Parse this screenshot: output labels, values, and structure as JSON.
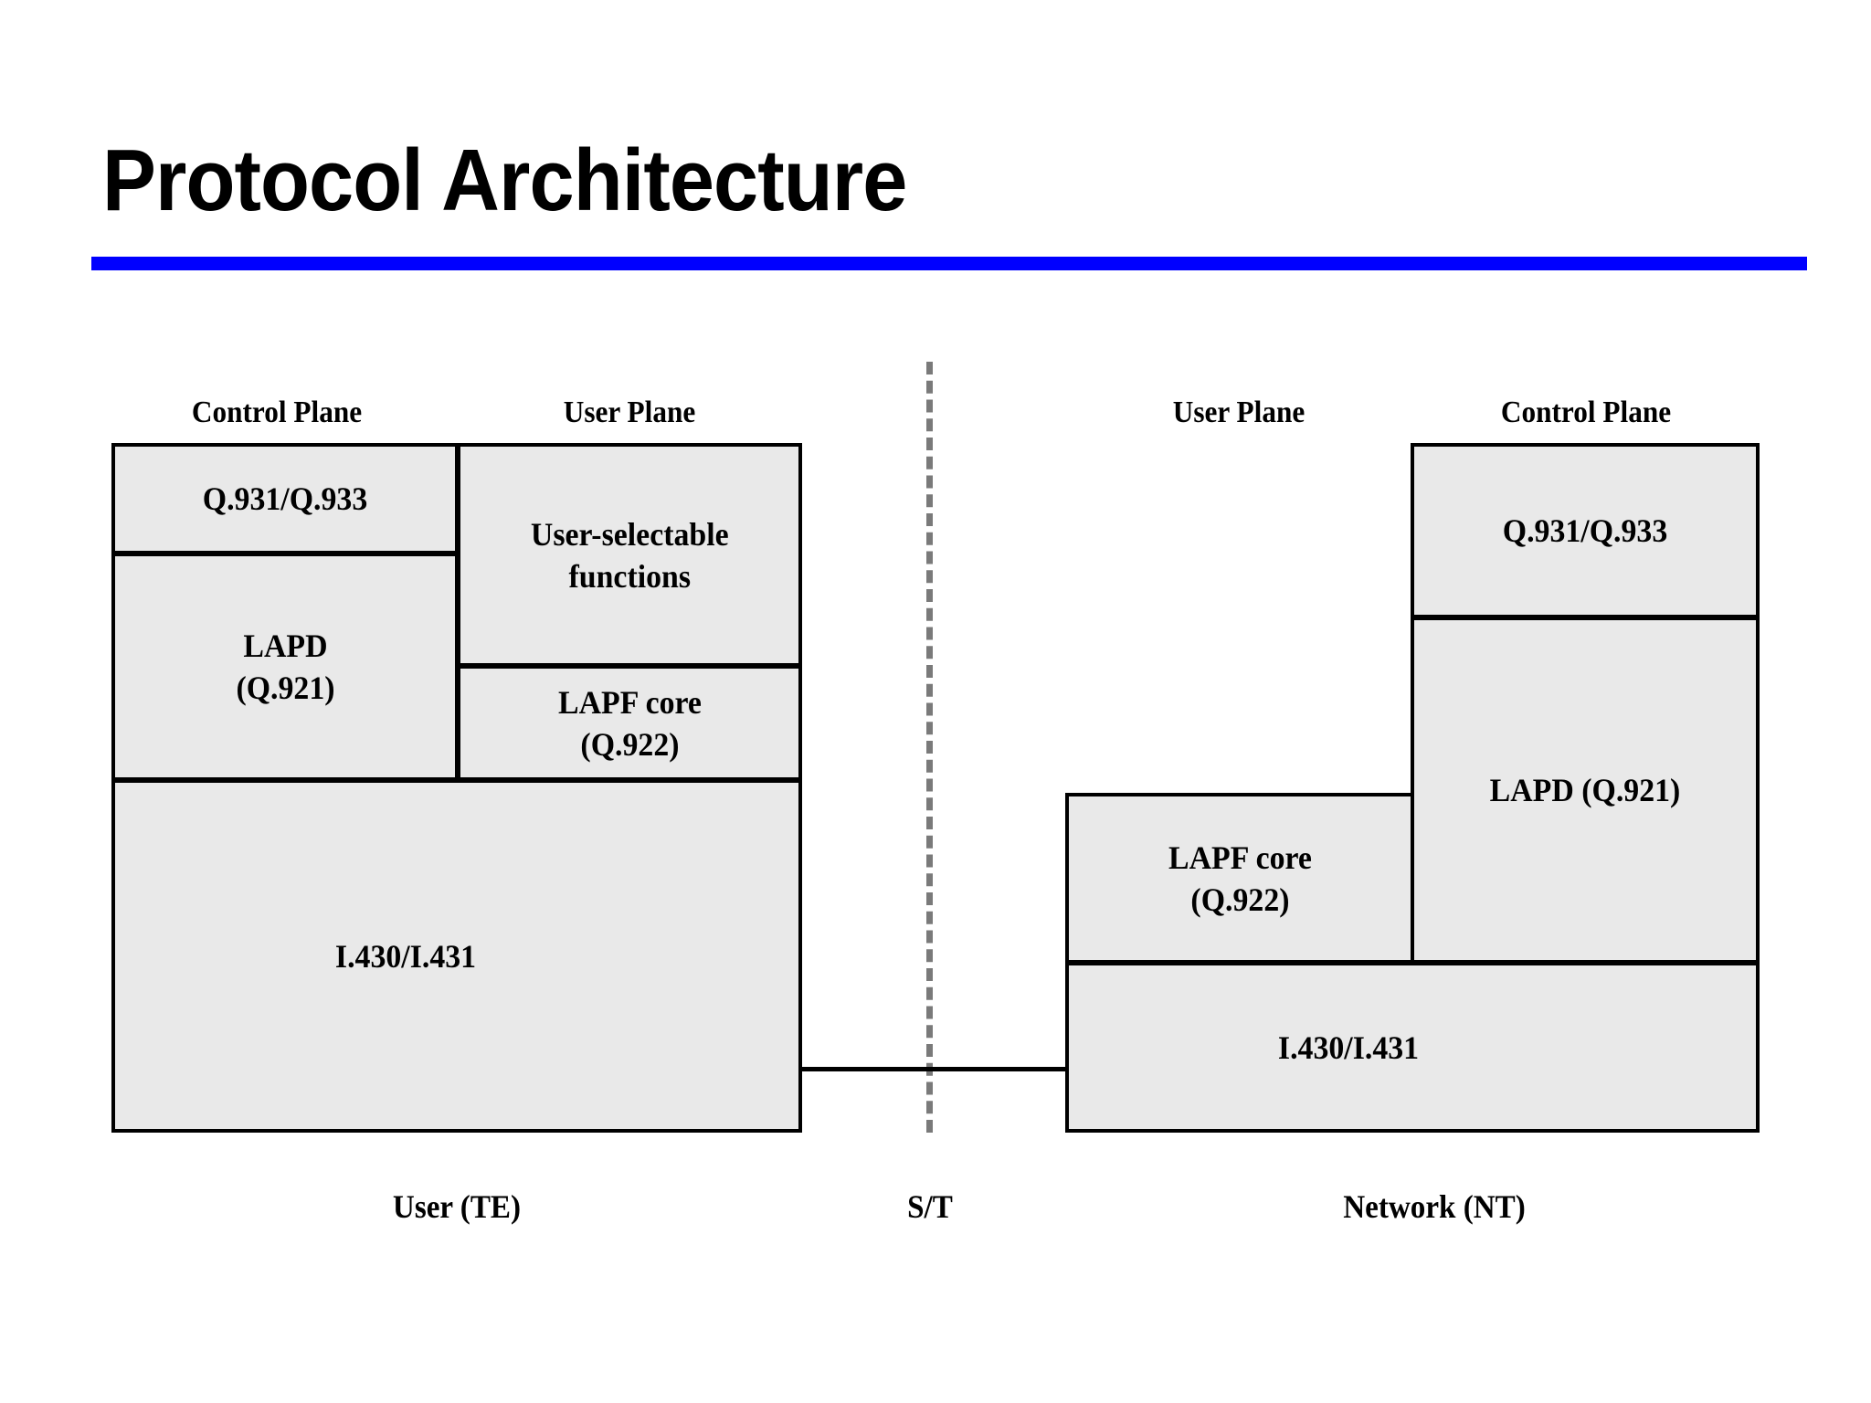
{
  "slide": {
    "title": "Protocol Architecture",
    "accent_color": "#0000FF",
    "box_fill_color": "#E9E9E9",
    "box_border_color": "#000000",
    "divider_color": "#7A7A7A",
    "background_color": "#FFFFFF"
  },
  "diagram": {
    "type": "protocol-stack",
    "left_stack": {
      "endpoint_label": "User (TE)",
      "column_labels": {
        "control_plane": "Control Plane",
        "user_plane": "User Plane"
      },
      "boxes": [
        {
          "id": "left-q931",
          "label": "Q.931/Q.933",
          "column": "control_plane"
        },
        {
          "id": "left-lapd",
          "label": "LAPD\n(Q.921)",
          "column": "control_plane"
        },
        {
          "id": "left-usf",
          "label": "User-selectable\nfunctions",
          "column": "user_plane"
        },
        {
          "id": "left-lapf",
          "label": "LAPF core\n(Q.922)",
          "column": "user_plane"
        },
        {
          "id": "left-physical",
          "label": "I.430/I.431",
          "column": "both"
        }
      ]
    },
    "interface_label": "S/T",
    "right_stack": {
      "endpoint_label": "Network (NT)",
      "column_labels": {
        "user_plane": "User Plane",
        "control_plane": "Control Plane"
      },
      "boxes": [
        {
          "id": "right-q931",
          "label": "Q.931/Q.933",
          "column": "control_plane"
        },
        {
          "id": "right-lapd",
          "label": "LAPD (Q.921)",
          "column": "control_plane"
        },
        {
          "id": "right-lapf",
          "label": "LAPF core\n(Q.922)",
          "column": "user_plane"
        },
        {
          "id": "right-physical",
          "label": "I.430/I.431",
          "column": "both"
        }
      ]
    }
  }
}
